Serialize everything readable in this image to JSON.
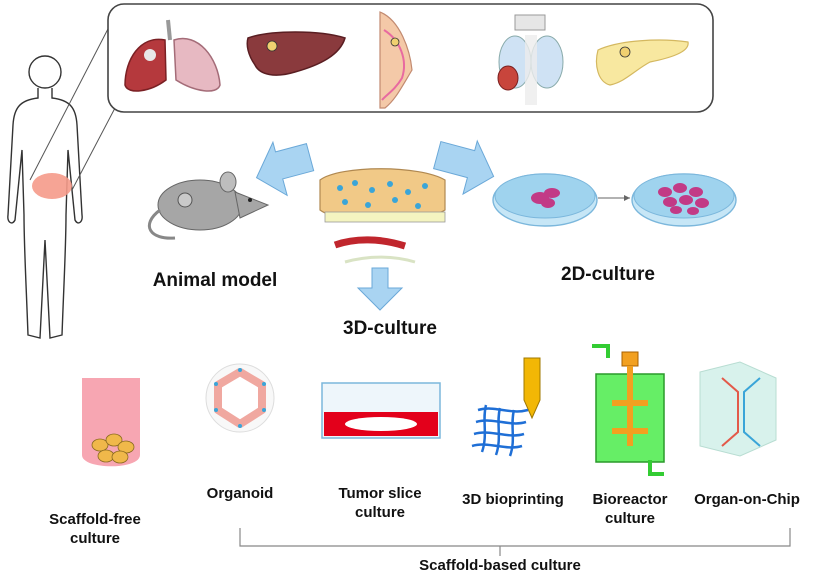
{
  "labels": {
    "animal_model": "Animal model",
    "culture_2d": "2D-culture",
    "culture_3d": "3D-culture",
    "scaffold_free_line1": "Scaffold-free",
    "scaffold_free_line2": "culture",
    "organoid": "Organoid",
    "tumor_slice_line1": "Tumor slice",
    "tumor_slice_line2": "culture",
    "bioprinting": "3D bioprinting",
    "bioreactor_line1": "Bioreactor",
    "bioreactor_line2": "culture",
    "organ_on_chip": "Organ-on-Chip",
    "scaffold_based": "Scaffold-based  culture"
  },
  "colors": {
    "arrow_blue": "#a9d4f2",
    "tumor_highlight": "#f59a8a",
    "organ_red": "#b5393d",
    "dish_blue": "#9fd3ee",
    "cell_magenta": "#c23a86",
    "tube_pink": "#f7a6b2",
    "slice_red": "#e3001b",
    "print_blue": "#1f6fd6",
    "nozzle_orange": "#f2b705",
    "bioreactor_green": "#66ee66",
    "chip_mint": "#d8f2ec"
  },
  "icons": [
    "human-body-icon",
    "lung-icon",
    "liver-icon",
    "breast-icon",
    "thyroid-icon",
    "pancreas-icon",
    "mouse-icon",
    "tissue-icon",
    "petri-dish-icon",
    "organoid-icon",
    "tumor-slice-icon",
    "bioprinter-icon",
    "bioreactor-icon",
    "organ-chip-icon"
  ]
}
